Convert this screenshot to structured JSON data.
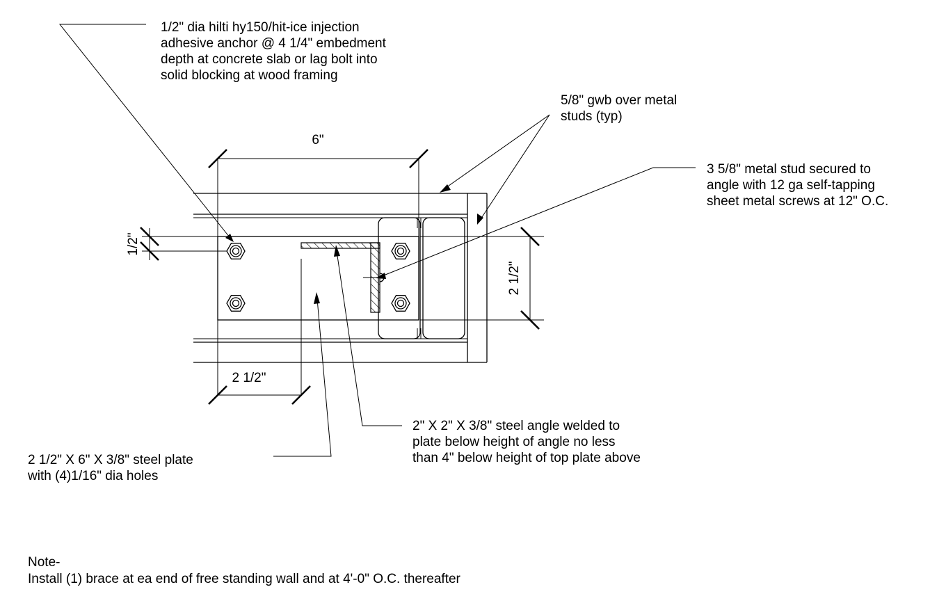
{
  "callouts": {
    "anchor": [
      "1/2\" dia hilti hy150/hit-ice injection",
      "adhesive anchor @ 4 1/4\" embedment",
      "depth at concrete slab or lag bolt into",
      "solid blocking at wood framing"
    ],
    "gwb": [
      "5/8\" gwb over metal",
      "studs (typ)"
    ],
    "stud": [
      "3 5/8\" metal stud secured to",
      "angle with 12 ga self-tapping",
      "sheet metal screws at 12\" O.C."
    ],
    "angle": [
      "2\" X 2\" X 3/8\" steel angle welded to",
      "plate below height of angle no less",
      "than 4\" below height of top plate above"
    ],
    "plate": [
      "2 1/2\" X 6\" X 3/8\" steel plate",
      "with (4)1/16\" dia holes"
    ]
  },
  "dimensions": {
    "top": "6\"",
    "bottom": "2 1/2\"",
    "left": "1/2\"",
    "right": "2 1/2\""
  },
  "note": {
    "title": "Note-",
    "text": "Install (1) brace at ea end of free standing wall and at 4'-0\" O.C. thereafter"
  }
}
